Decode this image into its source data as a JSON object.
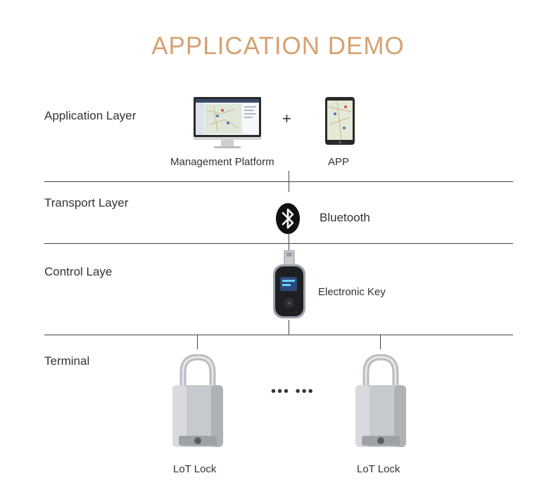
{
  "title": "APPLICATION DEMO",
  "colors": {
    "title": "#d6a270",
    "line": "#444444"
  },
  "layers": [
    {
      "label": "Application Layer"
    },
    {
      "label": "Transport Layer"
    },
    {
      "label": "Control Laye"
    },
    {
      "label": "Terminal"
    }
  ],
  "application": {
    "platform_label": "Management Platform",
    "plus_symbol": "+",
    "app_label": "APP"
  },
  "transport": {
    "bluetooth_label": "Bluetooth",
    "icon": "bluetooth-icon"
  },
  "control": {
    "key_label": "Electronic Key"
  },
  "terminal": {
    "lock_left_label": "LoT Lock",
    "lock_right_label": "LoT Lock",
    "ellipsis": "••• •••"
  }
}
